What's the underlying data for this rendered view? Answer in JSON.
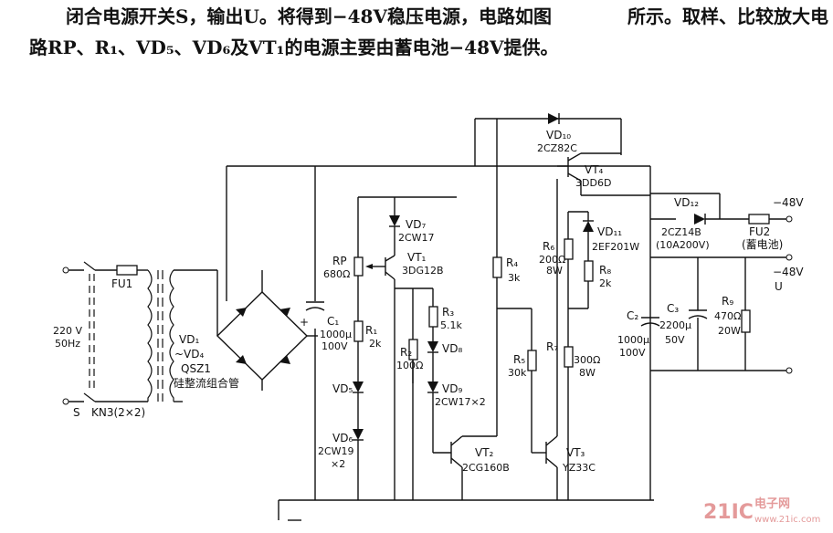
{
  "text": {
    "line1": "闭合电源开关S，输出U。将得到−48V稳压电源，电路如图",
    "line2": "路RP、R₁、VD₅、VD₆及VT₁的电源主要由蓄电池−48V提供。",
    "right": "所示。取样、比较放大电"
  },
  "labels": {
    "s": "S",
    "kn3": "KN3(2×2)",
    "fu1": "FU1",
    "ac1": "220 V",
    "ac2": "50Hz",
    "vd1": "VD₁",
    "vd4": "~VD₄",
    "qsz": "QSZ1",
    "qsz_desc": "硅整流组合管",
    "rp": "RP",
    "rp_val": "680Ω",
    "c1": "C₁",
    "c1_v1": "1000μ",
    "c1_v2": "100V",
    "r1": "R₁",
    "r1_v": "2k",
    "vd5": "VD₅",
    "vd6": "VD₆",
    "vd56_type": "2CW19",
    "vd56_n": "×2",
    "vd7": "VD₇",
    "vd7_type": "2CW17",
    "vt1": "VT₁",
    "vt1_type": "3DG12B",
    "r2": "R₂",
    "r2_v": "100Ω",
    "r3": "R₃",
    "r3_v": "5.1k",
    "vd8": "VD₈",
    "vd9": "VD₉",
    "vd89_type": "2CW17×2",
    "vt2": "VT₂",
    "vt2_type": "2CG160B",
    "r4": "R₄",
    "r4_v": "3k",
    "r5": "R₅",
    "r5_v": "30k",
    "vd10": "VD₁₀",
    "vd10_type": "2CZ82C",
    "vt4": "VT₄",
    "vt4_type": "3DD6D",
    "r6": "R₆",
    "r6_v1": "200Ω",
    "r6_v2": "8W",
    "vd11": "VD₁₁",
    "vd11_type": "2EF201W",
    "r8": "R₈",
    "r8_v": "2k",
    "r7": "R₇",
    "r7_v1": "300Ω",
    "r7_v2": "8W",
    "vt3": "VT₃",
    "vt3_type": "YZ33C",
    "vd12": "VD₁₂",
    "vd12_type": "2CZ14B",
    "vd12_rating": "(10A200V)",
    "fu2": "FU2",
    "battery": "(蓄电池)",
    "out48a": "−48V",
    "out48b": "−48V",
    "uo": "U",
    "c2": "C₂",
    "c2_v1": "1000μ",
    "c2_v2": "100V",
    "c3": "C₃",
    "c3_v1": "2200μ",
    "c3_v2": "50V",
    "r9": "R₉",
    "r9_v1": "470Ω",
    "r9_v2": "20W"
  },
  "watermark": {
    "brand": "21IC",
    "cn": "电子网",
    "url": "www.21ic.com"
  }
}
